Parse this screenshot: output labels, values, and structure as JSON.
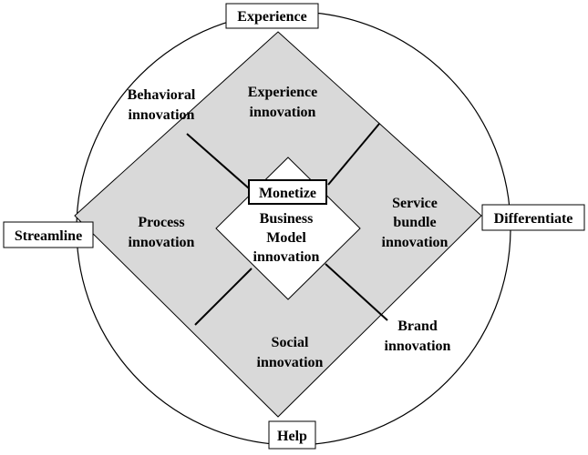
{
  "diagram": {
    "outer_labels": {
      "top": "Experience",
      "left": "Streamline",
      "right": "Differentiate",
      "bottom": "Help"
    },
    "quadrants": {
      "top": [
        "Experience",
        "innovation"
      ],
      "left": [
        "Process",
        "innovation"
      ],
      "right": [
        "Service",
        "bundle",
        "innovation"
      ],
      "bottom": [
        "Social",
        "innovation"
      ]
    },
    "corner_labels": {
      "top_left": [
        "Behavioral",
        "innovation"
      ],
      "bottom_right": [
        "Brand",
        "innovation"
      ]
    },
    "center": {
      "tag": "Monetize",
      "lines": [
        "Business",
        "Model",
        "innovation"
      ]
    },
    "colors": {
      "quadrant_fill": "#d9d9d9",
      "stroke": "#000000",
      "background": "#ffffff"
    }
  }
}
